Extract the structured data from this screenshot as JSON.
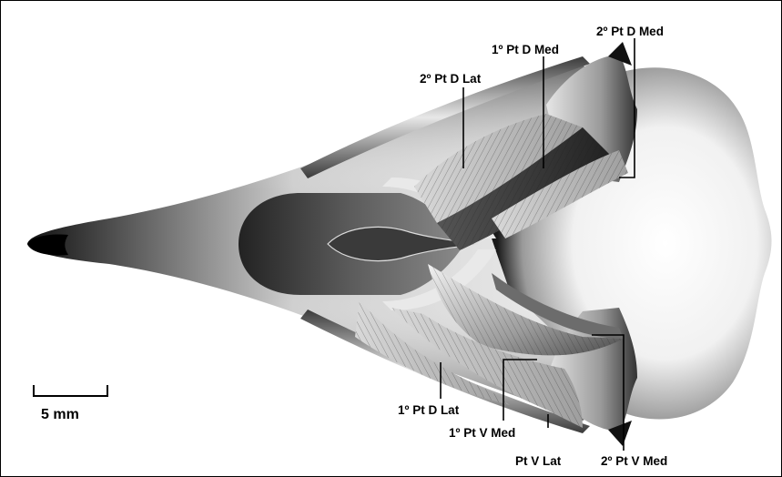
{
  "scale_bar": {
    "label": "5 mm"
  },
  "labels": {
    "pt_d_med_2": "2º Pt D Med",
    "pt_d_med_1": "1º Pt D Med",
    "pt_d_lat_2": "2º Pt D Lat",
    "pt_d_lat_1": "1º Pt D Lat",
    "pt_v_med_1": "1º Pt V Med",
    "pt_v_lat": "Pt V Lat",
    "pt_v_med_2": "2º Pt V Med"
  }
}
